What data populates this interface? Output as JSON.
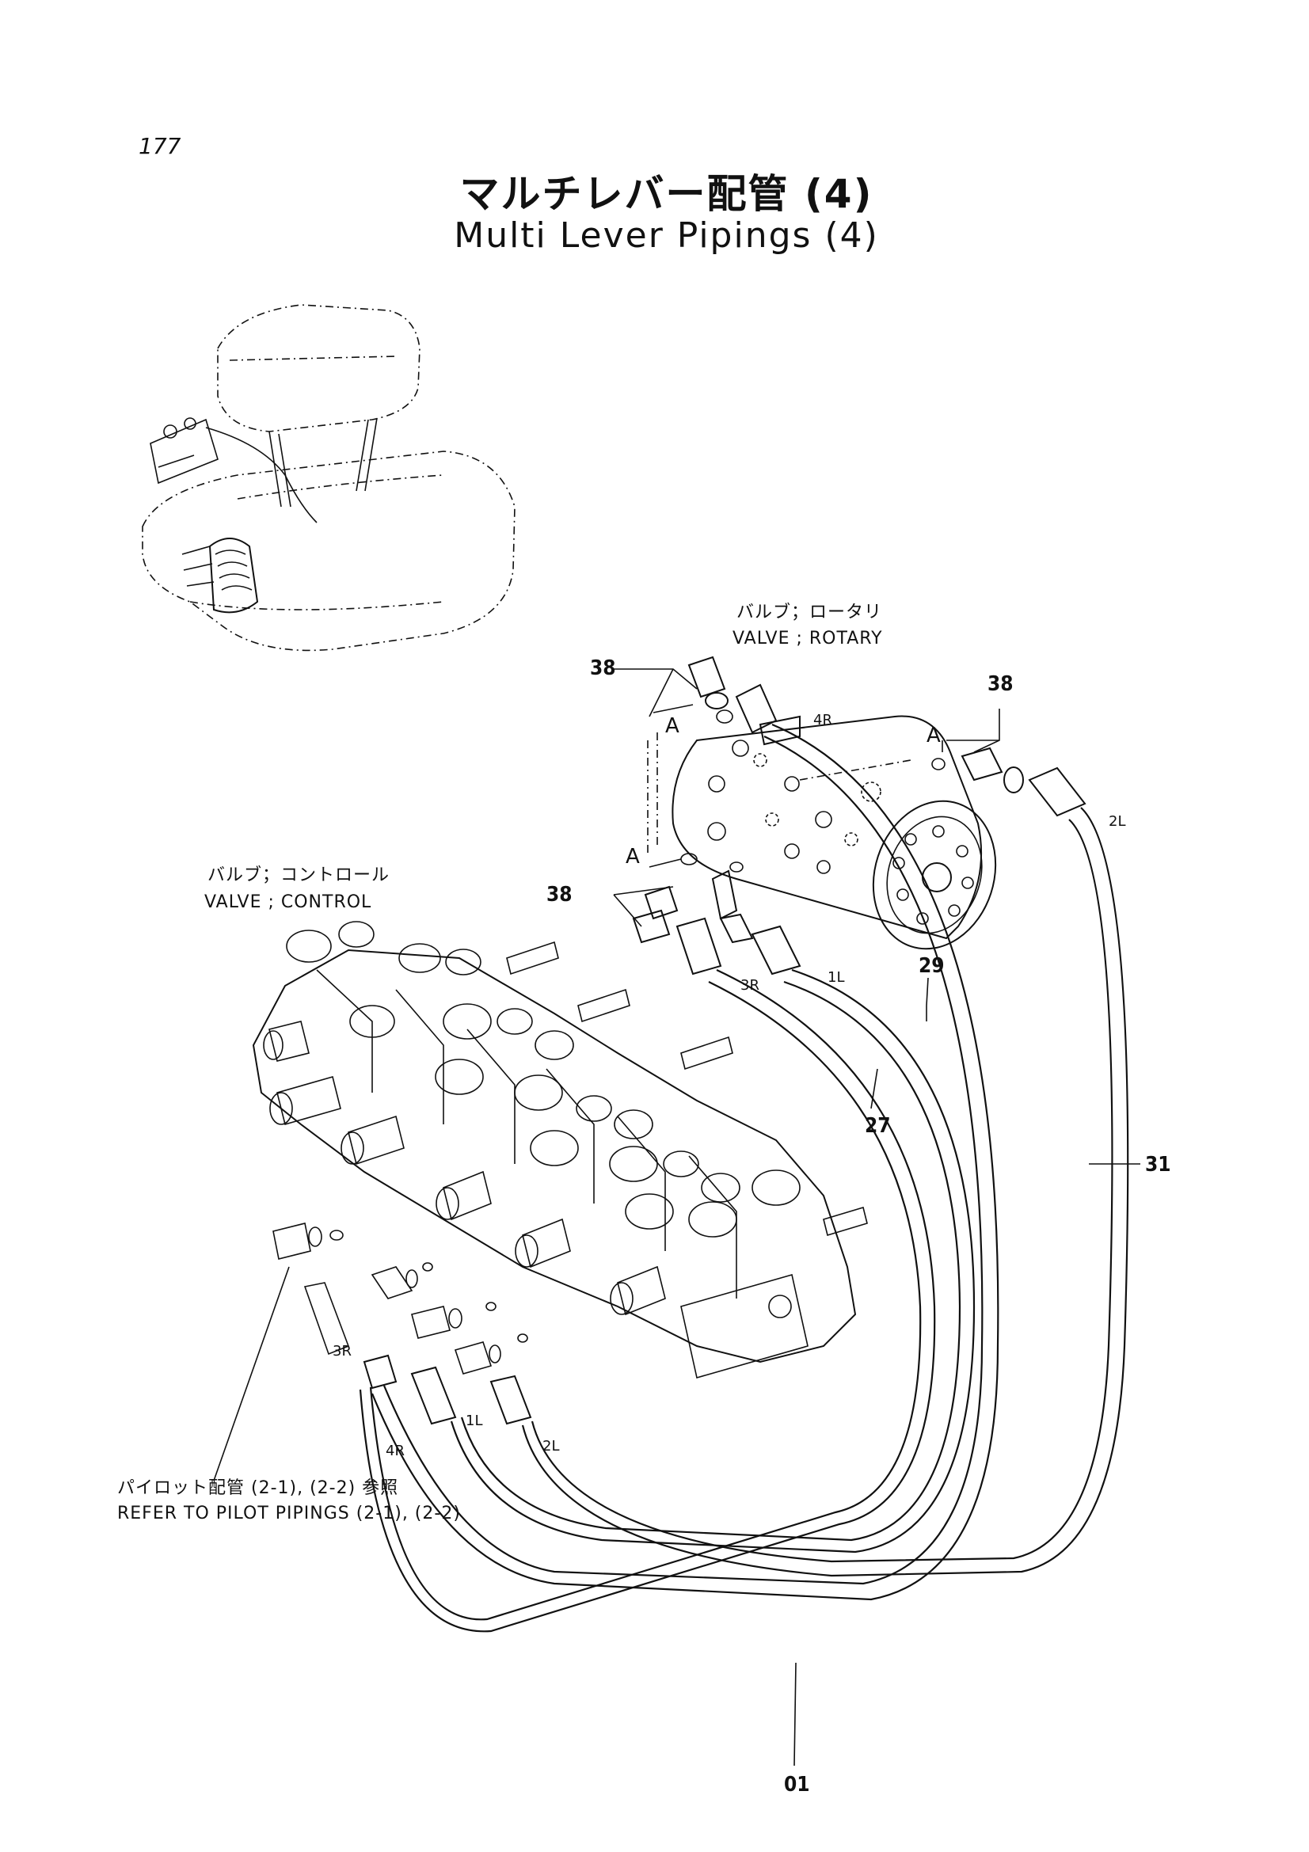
{
  "page_number": "177",
  "title_jp": "マルチレバー配管 (4)",
  "title_en": "Multi Lever Pipings (4)",
  "labels": {
    "rotary_valve_jp": "バルブ；ロータリ",
    "rotary_valve_en": "VALVE ; ROTARY",
    "control_valve_jp": "バルブ；コントロール",
    "control_valve_en": "VALVE ; CONTROL",
    "pilot_ref_jp": "パイロット配管 (2-1), (2-2) 参照",
    "pilot_ref_en": "REFER TO PILOT PIPINGS (2-1), (2-2)"
  },
  "part_numbers": {
    "p38_a": "38",
    "p38_b": "38",
    "p38_c": "38",
    "p29": "29",
    "p27": "27",
    "p31": "31",
    "p01": "01"
  },
  "detail_marks": {
    "a1": "A",
    "a2": "A",
    "a3": "A"
  },
  "port_labels": {
    "rot_4r": "4R",
    "rot_2l": "2L",
    "rot_1l": "1L",
    "rot_3r": "3R",
    "ctl_3r": "3R",
    "ctl_1l": "1L",
    "ctl_4r": "4R",
    "ctl_2l": "2L"
  }
}
